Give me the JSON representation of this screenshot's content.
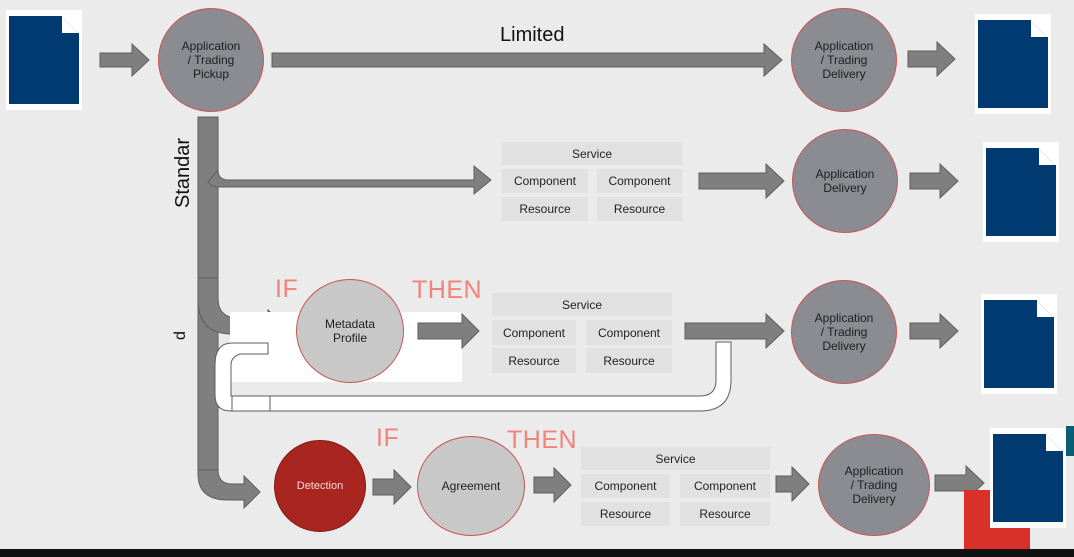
{
  "labels": {
    "limited": "Limited",
    "standard_1": "Standar",
    "standard_2": "d"
  },
  "nodes": {
    "pickup": "Application\n/ Trading\nPickup",
    "delivery_top": "Application\n/ Trading\nDelivery",
    "delivery_row2": "Application\nDelivery",
    "metadata": "Metadata\nProfile",
    "delivery_row3": "Application\n/ Trading\nDelivery",
    "detection": "Detection",
    "agreement": "Agreement",
    "delivery_row4": "Application\n/ Trading\nDelivery"
  },
  "keywords": {
    "if_row3": "IF",
    "then_row3": "THEN",
    "if_row4": "IF",
    "then_row4": "THEN"
  },
  "service_blocks": [
    {
      "service": "Service",
      "component_left": "Component",
      "component_right": "Component",
      "resource_left": "Resource",
      "resource_right": "Resource"
    },
    {
      "service": "Service",
      "component_left": "Component",
      "component_right": "Component",
      "resource_left": "Resource",
      "resource_right": "Resource"
    },
    {
      "service": "Service",
      "component_left": "Component",
      "component_right": "Component",
      "resource_left": "Resource",
      "resource_right": "Resource"
    }
  ],
  "colors": {
    "document": "#003a70",
    "node_dark": "#8a8c92",
    "node_light": "#c8c8c8",
    "node_alert": "#a8261f",
    "node_border": "#c9554f",
    "arrow": "#7f7f7f",
    "keyword": "#f0837a"
  },
  "icons": [
    "document-icon"
  ]
}
